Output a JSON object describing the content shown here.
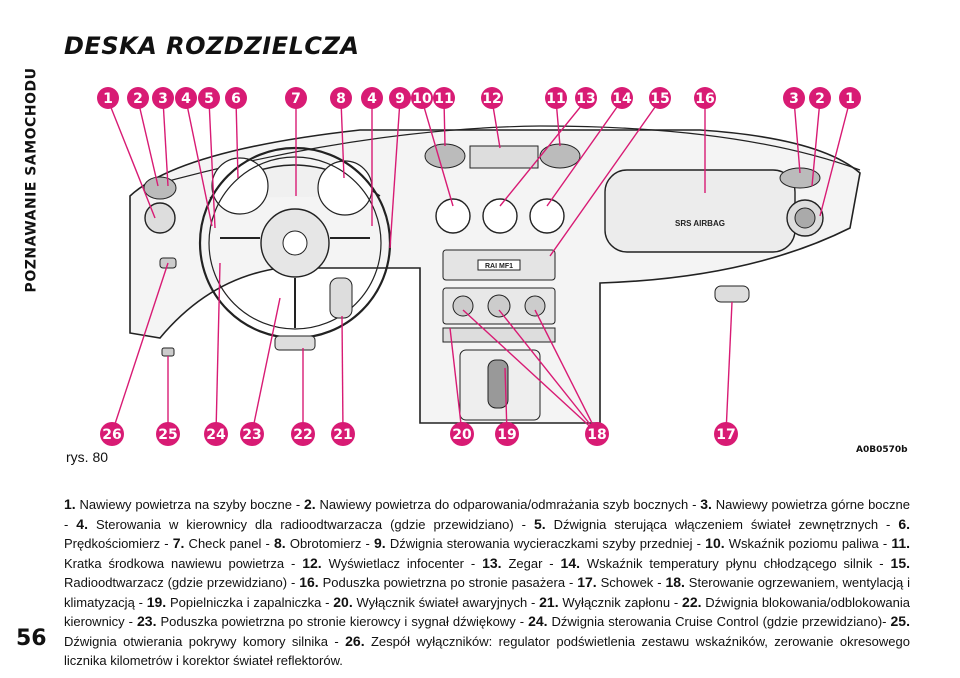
{
  "side_title": "POZNAWANIE SAMOCHODU",
  "page_title": "DESKA ROZDZIELCZA",
  "page_number": "56",
  "figure": {
    "label": "rys. 80",
    "code": "A0B0570b",
    "colors": {
      "badge": "#d81b74",
      "leader": "#d81b74",
      "line": "#222222",
      "fill": "#e8e8e8"
    },
    "top_callouts": [
      "1",
      "2",
      "3",
      "4",
      "5",
      "6",
      "7",
      "8",
      "4",
      "9",
      "10",
      "11",
      "12",
      "11",
      "13",
      "14",
      "15",
      "16",
      "3",
      "2",
      "1"
    ],
    "bottom_callouts": [
      "26",
      "25",
      "24",
      "23",
      "22",
      "21",
      "20",
      "19",
      "18",
      "17"
    ],
    "airbag_text": "SRS AIRBAG",
    "radio_text": "RAI MF1"
  },
  "legend": [
    {
      "n": "1.",
      "t": "Nawiewy powietrza na szyby boczne -"
    },
    {
      "n": "2.",
      "t": "Nawiewy powietrza do odparowania/odmrażania szyb bocznych -"
    },
    {
      "n": "3.",
      "t": "Nawiewy powietrza górne boczne -"
    },
    {
      "n": "4.",
      "t": "Sterowania w kierownicy dla radioodtwarzacza (gdzie przewidziano) -"
    },
    {
      "n": "5.",
      "t": "Dźwignia sterująca włączeniem świateł zewnętrznych -"
    },
    {
      "n": "6.",
      "t": "Prędkościomierz -"
    },
    {
      "n": "7.",
      "t": "Check panel -"
    },
    {
      "n": "8.",
      "t": "Obrotomierz -"
    },
    {
      "n": "9.",
      "t": "Dźwignia sterowania wycieraczkami szyby przedniej -"
    },
    {
      "n": "10.",
      "t": "Wskaźnik poziomu paliwa -"
    },
    {
      "n": "11.",
      "t": "Kratka środkowa nawiewu powietrza -"
    },
    {
      "n": "12.",
      "t": "Wyświetlacz infocenter -"
    },
    {
      "n": "13.",
      "t": "Zegar -"
    },
    {
      "n": "14.",
      "t": "Wskaźnik temperatury płynu chłodzącego silnik -"
    },
    {
      "n": "15.",
      "t": "Radioodtwarzacz (gdzie przewidziano) -"
    },
    {
      "n": "16.",
      "t": "Poduszka powietrzna po stronie pasażera -"
    },
    {
      "n": "17.",
      "t": "Schowek -"
    },
    {
      "n": "18.",
      "t": "Sterowanie ogrzewaniem, wentylacją i klimatyzacją -"
    },
    {
      "n": "19.",
      "t": "Popielniczka i zapalniczka -"
    },
    {
      "n": "20.",
      "t": "Wyłącznik świateł awaryjnych -"
    },
    {
      "n": "21.",
      "t": "Wyłącznik zapłonu -"
    },
    {
      "n": "22.",
      "t": "Dźwignia blokowania/odblokowania kierownicy -"
    },
    {
      "n": "23.",
      "t": "Poduszka powietrzna po stronie kierowcy i sygnał dźwiękowy -"
    },
    {
      "n": "24.",
      "t": "Dźwignia sterowania Cruise Control (gdzie przewidziano)-"
    },
    {
      "n": "25.",
      "t": "Dźwignia otwierania pokrywy komory silnika -"
    },
    {
      "n": "26.",
      "t": "Zespół wyłączników: regulator podświetlenia zestawu wskaźników, zerowanie okresowego licznika kilometrów i korektor świateł reflektorów."
    }
  ]
}
